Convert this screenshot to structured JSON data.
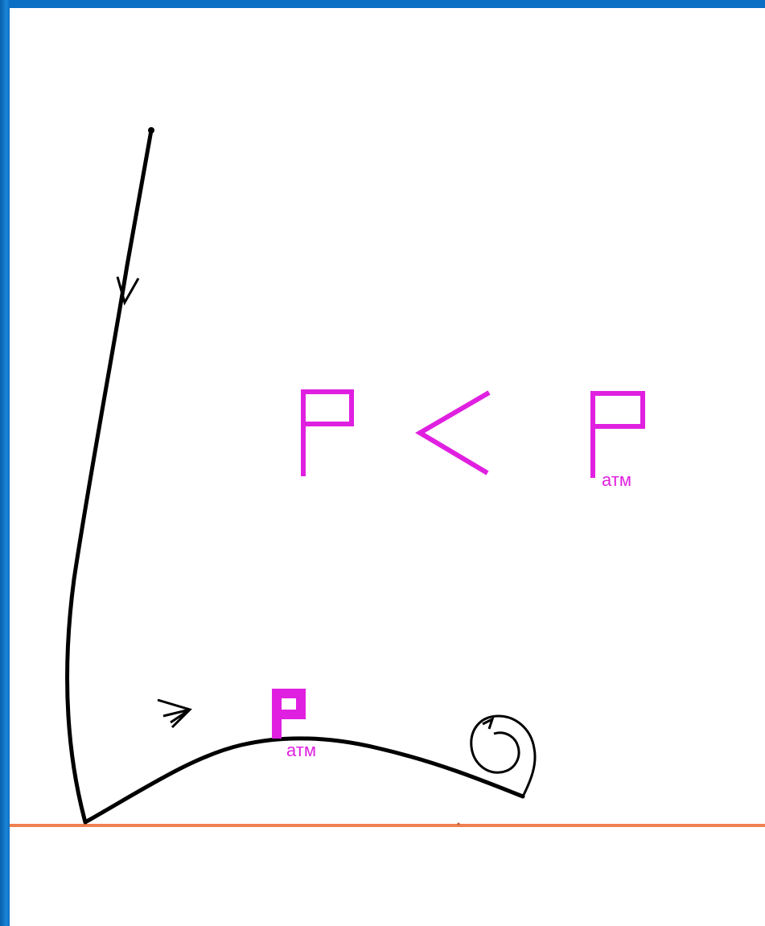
{
  "colors": {
    "frame": "#0a6fc4",
    "background": "#ffffff",
    "ground_line": "#f08050",
    "trajectory": "#000000",
    "label": "#e020e0"
  },
  "inequality": {
    "left": "P",
    "operator": "<",
    "right": "P",
    "right_subscript": "атм"
  },
  "lower_label": {
    "symbol": "P",
    "subscript": "атм"
  },
  "icons": [
    "arrow-down-icon",
    "arrow-right-icon",
    "spiral-vortex-icon"
  ]
}
